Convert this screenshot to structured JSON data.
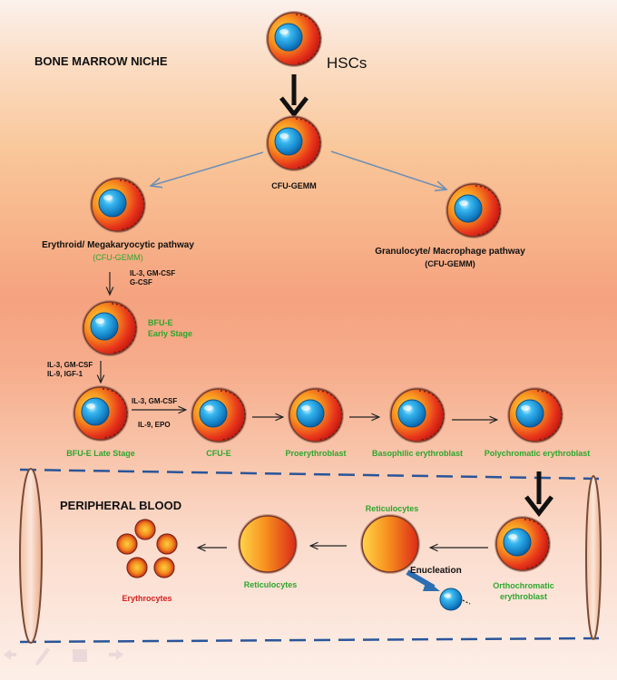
{
  "section_top": "BONE MARROW NICHE",
  "section_bottom": "PERIPHERAL BLOOD",
  "hscs": "HSCs",
  "cfu_gemm": "CFU-GEMM",
  "erythroid_pathway": "Erythroid/ Megakaryocytic pathway",
  "erythroid_sub": "(CFU-GEMM)",
  "granulocyte_pathway": "Granulocyte/ Macrophage pathway",
  "granulocyte_sub": "(CFU-GEMM)",
  "factors_1": [
    "IL-3, GM-CSF",
    "G-CSF"
  ],
  "bfu_early": [
    "BFU-E",
    "Early Stage"
  ],
  "factors_2": [
    "IL-3, GM-CSF",
    "IL-9, IGF-1"
  ],
  "factors_3_top": "IL-3, GM-CSF",
  "factors_3_bottom": "IL-9,  EPO",
  "stages": [
    "BFU-E Late Stage",
    "CFU-E",
    "Proerythroblast",
    "Basophilic erythroblast",
    "Polychromatic erythroblast"
  ],
  "ortho": [
    "Orthochromatic",
    "erythroblast"
  ],
  "enucleation": "Enucleation",
  "reticulocytes_top": "Reticulocytes",
  "reticulocytes_bottom": "Reticulocytes",
  "erythrocytes": "Erythrocytes"
}
